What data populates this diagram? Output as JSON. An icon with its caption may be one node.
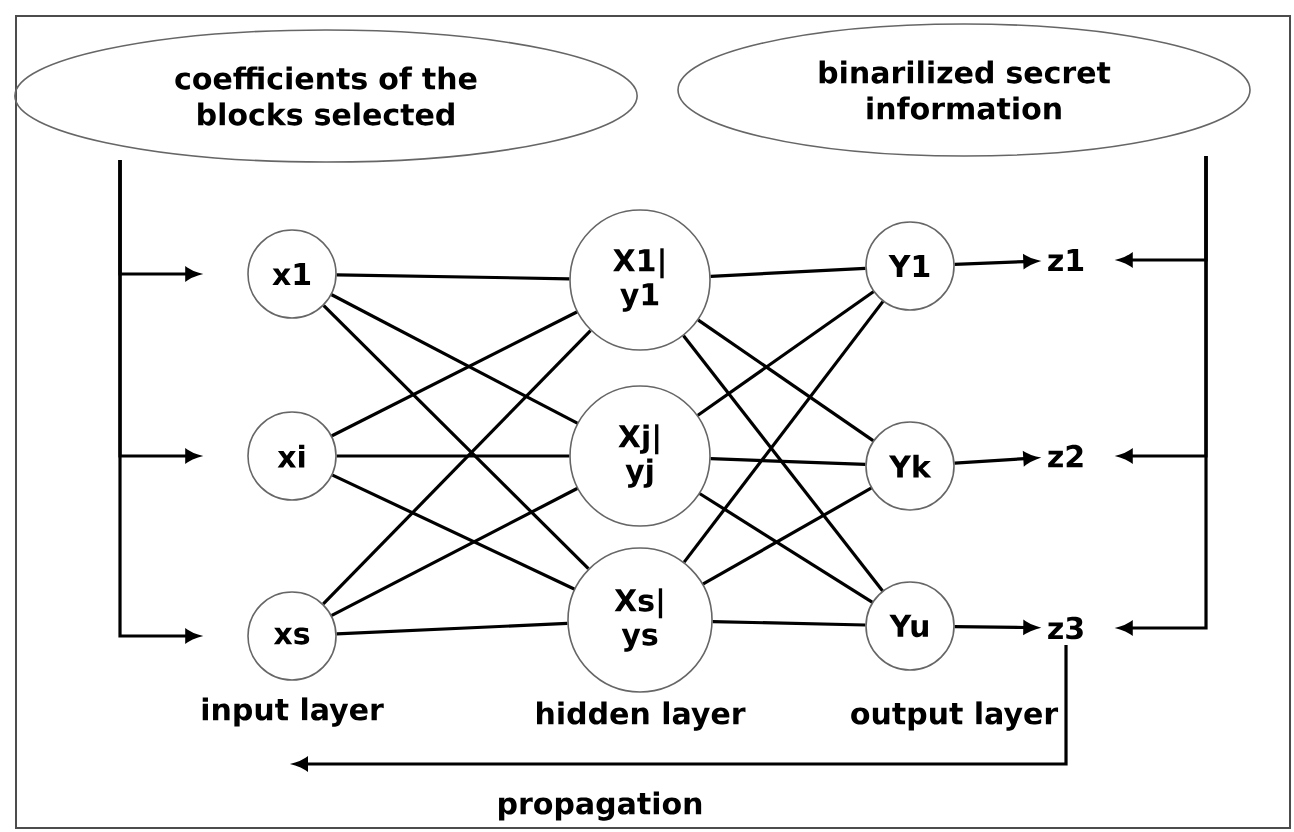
{
  "diagram": {
    "nodes": [
      {
        "text": [
          "coefficients of the blocks selected"
        ]
      },
      {
        "text": [
          "binarilized secret information"
        ]
      },
      {
        "text": [
          "x1"
        ]
      },
      {
        "text": [
          "xi"
        ]
      },
      {
        "text": [
          "xs"
        ]
      },
      {
        "text": [
          "X1| y1"
        ]
      },
      {
        "text": [
          "Xj| yj"
        ]
      },
      {
        "text": [
          "Xs| ys"
        ]
      },
      {
        "text": [
          "Y1"
        ]
      },
      {
        "text": [
          "Yk"
        ]
      },
      {
        "text": [
          "Yu"
        ]
      },
      {
        "text": [
          "z1"
        ]
      },
      {
        "text": [
          "z2"
        ]
      },
      {
        "text": [
          "z3"
        ]
      }
    ],
    "edges": [
      {
        "from": 0,
        "to": 2,
        "arrow": "to"
      },
      {
        "from": 0,
        "to": 3,
        "arrow": "to"
      },
      {
        "from": 0,
        "to": 4,
        "arrow": "to"
      },
      {
        "from": 2,
        "to": 5,
        "arrow": "none"
      },
      {
        "from": 2,
        "to": 6,
        "arrow": "none"
      },
      {
        "from": 2,
        "to": 7,
        "arrow": "none"
      },
      {
        "from": 3,
        "to": 5,
        "arrow": "none"
      },
      {
        "from": 3,
        "to": 6,
        "arrow": "none"
      },
      {
        "from": 3,
        "to": 7,
        "arrow": "none"
      },
      {
        "from": 4,
        "to": 5,
        "arrow": "none"
      },
      {
        "from": 4,
        "to": 6,
        "arrow": "none"
      },
      {
        "from": 4,
        "to": 7,
        "arrow": "none"
      },
      {
        "from": 5,
        "to": 8,
        "arrow": "none"
      },
      {
        "from": 5,
        "to": 9,
        "arrow": "none"
      },
      {
        "from": 5,
        "to": 10,
        "arrow": "none"
      },
      {
        "from": 6,
        "to": 8,
        "arrow": "none"
      },
      {
        "from": 6,
        "to": 9,
        "arrow": "none"
      },
      {
        "from": 6,
        "to": 10,
        "arrow": "none"
      },
      {
        "from": 7,
        "to": 8,
        "arrow": "none"
      },
      {
        "from": 7,
        "to": 9,
        "arrow": "none"
      },
      {
        "from": 7,
        "to": 10,
        "arrow": "none"
      },
      {
        "from": 8,
        "to": 11,
        "arrow": "to"
      },
      {
        "from": 9,
        "to": 12,
        "arrow": "to"
      },
      {
        "from": 10,
        "to": 13,
        "arrow": "to"
      },
      {
        "from": 1,
        "to": 11,
        "arrow": "to"
      },
      {
        "from": 1,
        "to": 12,
        "arrow": "to"
      },
      {
        "from": 1,
        "to": 13,
        "arrow": "to"
      },
      {
        "from": 13,
        "to": null,
        "arrow": "to",
        "label": "propagation"
      }
    ],
    "labels": [
      "input layer",
      "hidden layer",
      "output layer"
    ]
  }
}
